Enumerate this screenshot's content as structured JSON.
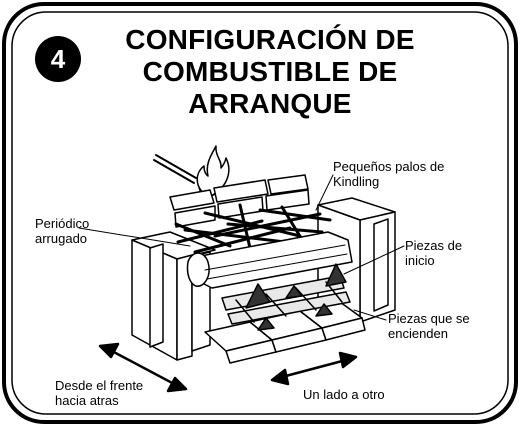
{
  "step": {
    "number": "4"
  },
  "title": {
    "line1": "CONFIGURACIÓN DE",
    "line2": "COMBUSTIBLE DE",
    "line3": "ARRANQUE"
  },
  "labels": {
    "kindling": {
      "line1": "Pequeños palos de",
      "line2": "Kindling"
    },
    "newspaper": {
      "line1": "Periódico",
      "line2": "arrugado"
    },
    "starter_pieces": {
      "line1": "Piezas de",
      "line2": "inicio"
    },
    "ignite_pieces": {
      "line1": "Piezas que se",
      "line2": "encienden"
    },
    "front_back": {
      "line1": "Desde el frente",
      "line2": "hacia atras"
    },
    "side_side": {
      "line1": "Un lado a otro"
    }
  },
  "colors": {
    "ink": "#000000",
    "paper": "#ffffff",
    "shade": "#d9d9d9"
  }
}
